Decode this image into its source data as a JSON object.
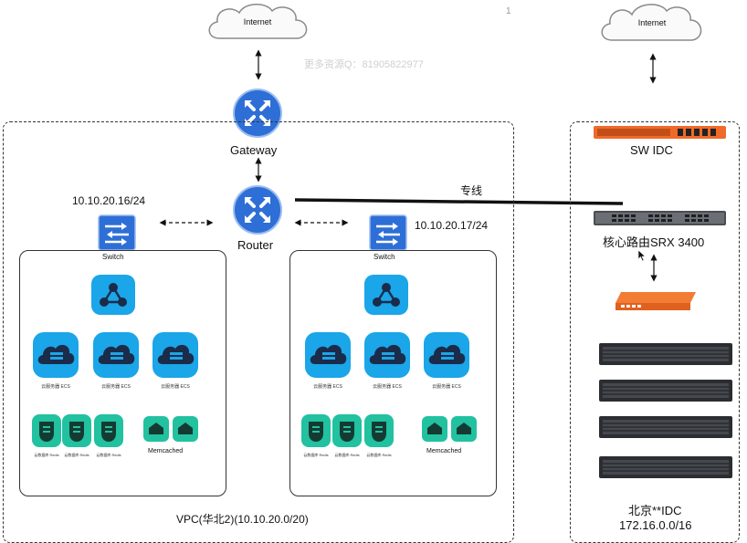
{
  "colors": {
    "router": "#2d6fd6",
    "cloud": "#1aa6e8",
    "green": "#22c1a0",
    "orange": "#ef6a2a"
  },
  "page_number": "1",
  "watermark": "更多资源Q：81905822977",
  "internet_left": "Internet",
  "internet_right": "Internet",
  "gateway": "Gateway",
  "router": "Router",
  "left_switch": {
    "ip": "10.10.20.16/24",
    "label": "Switch"
  },
  "right_switch": {
    "ip": "10.10.20.17/24",
    "label": "Switch"
  },
  "left_group": {
    "ecs": [
      "云服务器 ECS",
      "云服务器 ECS",
      "云服务器 ECS"
    ],
    "redis": [
      "云数据库 Redis",
      "云数据库 Redis",
      "云数据库 Redis"
    ],
    "memcached": "Memcached"
  },
  "right_group": {
    "ecs": [
      "云服务器 ECS",
      "云服务器 ECS",
      "云服务器 ECS"
    ],
    "redis": [
      "云数据库 Redis",
      "云数据库 Redis",
      "云数据库 Redis"
    ],
    "memcached": "Memcached"
  },
  "vpc_label": "VPC(华北2)(10.10.20.0/20)",
  "dedicated_line": "专线",
  "sw_idc": "SW IDC",
  "core_router": "核心路由SRX 3400",
  "idc_name": "北京**IDC",
  "idc_subnet": "172.16.0.0/16"
}
